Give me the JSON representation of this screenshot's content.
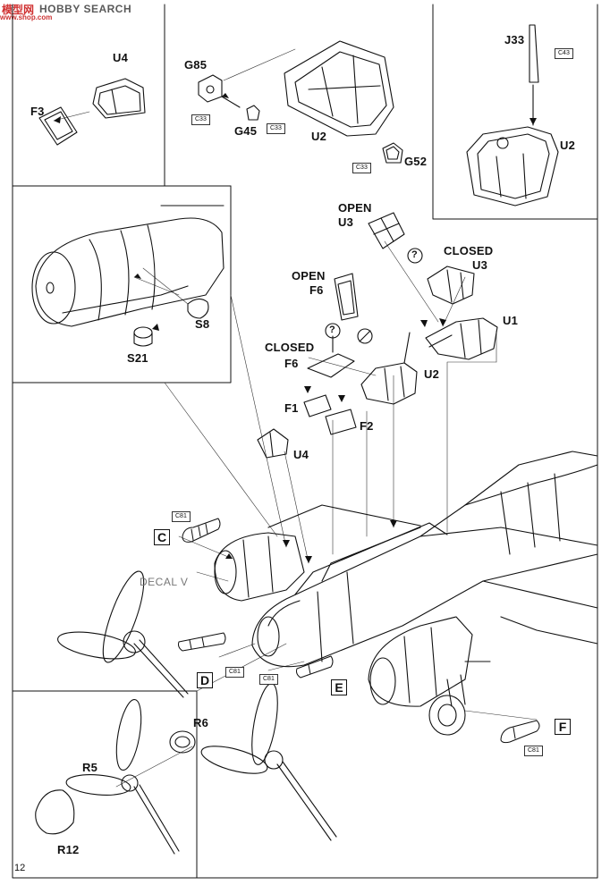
{
  "watermark": {
    "logo": "模型网",
    "site": "HOBBY SEARCH",
    "sub": "www.shop.com"
  },
  "page_number": "12",
  "labels": {
    "U4_top": "U4",
    "F3": "F3",
    "G85": "G85",
    "G45": "G45",
    "U2_mid": "U2",
    "G52": "G52",
    "J33": "J33",
    "U2_right": "U2",
    "S8": "S8",
    "S21": "S21",
    "open_u3_a": "OPEN",
    "open_u3_b": "U3",
    "closed_u3_a": "CLOSED",
    "closed_u3_b": "U3",
    "open_f6_a": "OPEN",
    "open_f6_b": "F6",
    "closed_f6_a": "CLOSED",
    "closed_f6_b": "F6",
    "U1": "U1",
    "U2_main": "U2",
    "F1": "F1",
    "F2": "F2",
    "U4_main": "U4",
    "R6": "R6",
    "R5": "R5",
    "R12": "R12"
  },
  "refs": {
    "c33_a": "C33",
    "c33_b": "C33",
    "c33_c": "C33",
    "c43": "C43",
    "c81_c": "C81",
    "c81_d": "C81",
    "c81_e": "C81",
    "c81_f": "C81"
  },
  "boxes": {
    "C": "C",
    "D": "D",
    "E": "E",
    "F": "F"
  },
  "decal": "DECAL V",
  "question": "?"
}
